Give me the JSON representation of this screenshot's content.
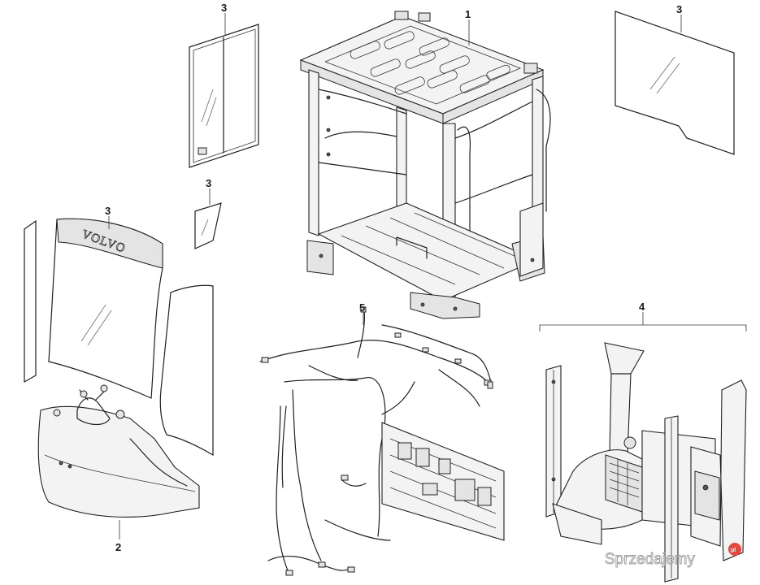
{
  "callouts": {
    "cab_frame": "1",
    "front_glass_frame": "3",
    "side_glass": "3",
    "small_glass": "3",
    "windshield": "3",
    "lower_panel": "2",
    "wiring_harness": "5",
    "interior_panels": "4"
  },
  "logo": {
    "text": "VOLVO"
  },
  "watermark": {
    "text": "Sprzedajemy",
    "badge": "pl"
  }
}
